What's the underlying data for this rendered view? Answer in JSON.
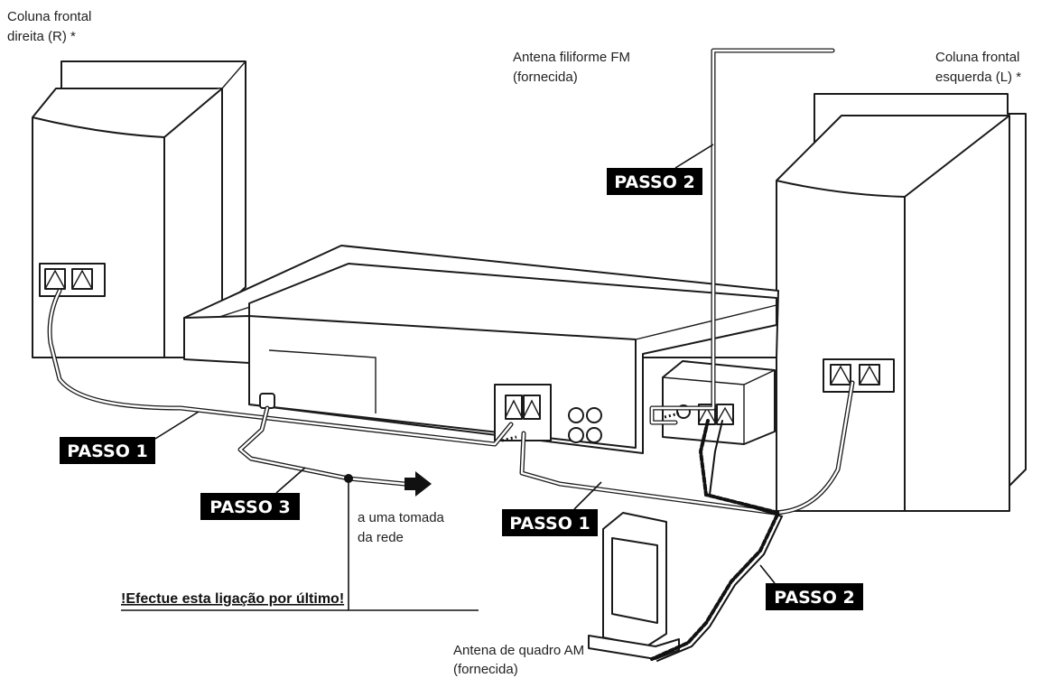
{
  "labels": {
    "speaker_right": [
      "Coluna frontal",
      "direita (R) *"
    ],
    "speaker_left": [
      "Coluna frontal",
      "esquerda (L) *"
    ],
    "fm_antenna": [
      "Antena filiforme FM",
      "(fornecida)"
    ],
    "am_antenna": [
      "Antena de quadro AM",
      "(fornecida)"
    ],
    "wall_outlet": [
      "a uma tomada",
      "da rede"
    ],
    "last_connection": "!Efectue esta ligação por último!"
  },
  "steps": {
    "passo1_left": "PASSO 1",
    "passo1_center": "PASSO 1",
    "passo2_top": "PASSO 2",
    "passo2_bottom": "PASSO 2",
    "passo3": "PASSO 3"
  },
  "colors": {
    "line": "#1a1a1a",
    "badge": "#000000",
    "badge_text": "#ffffff"
  }
}
